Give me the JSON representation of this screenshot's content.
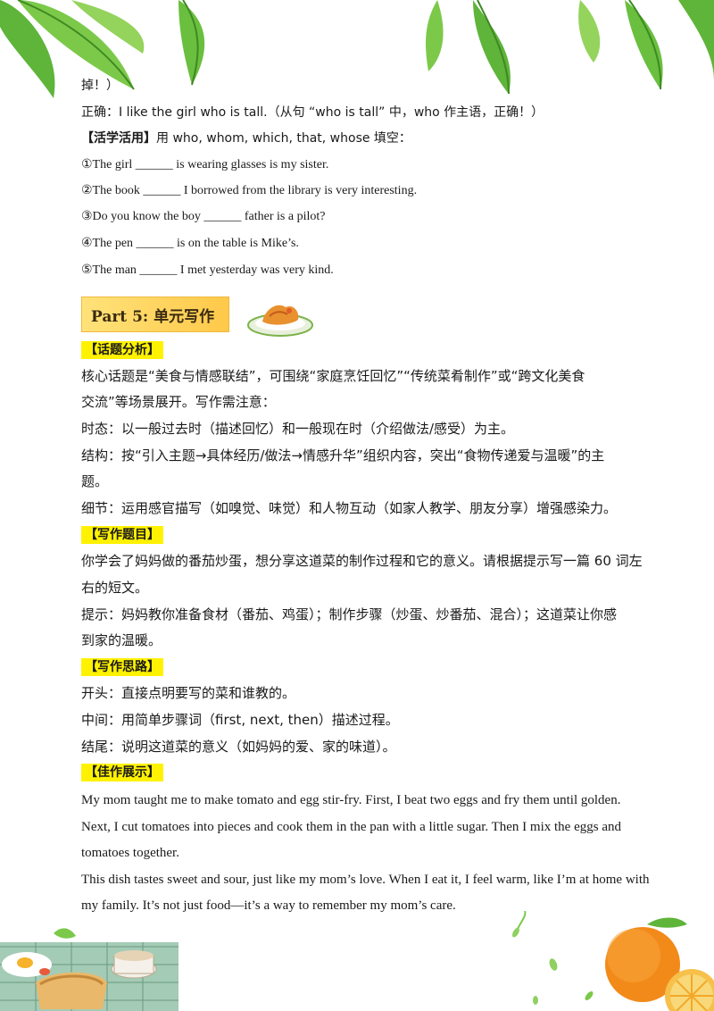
{
  "lines_top": [
    {
      "id": "l1",
      "text": "掉！）"
    },
    {
      "id": "l2",
      "text": "正确：I like the girl who is tall.（从句 “who is tall” 中，who 作主语，正确！）"
    }
  ],
  "practice": {
    "label": "【活学活用】",
    "intro": "用 who, whom, which, that, whose 填空：",
    "items": [
      "①The girl ______ is wearing glasses is my sister.",
      "②The book ______ I borrowed from the library is very interesting.",
      "③Do you know the boy ______ father is a pilot?",
      "④The pen ______ is on the table is Mike’s.",
      "⑤The man ______ I met yesterday was very kind."
    ]
  },
  "part5": {
    "title": "Part 5: 单元写作"
  },
  "topic": {
    "label": "【话题分析】",
    "lines": [
      "核心话题是“美食与情感联结”，可围绕“家庭烹饪回忆”“传统菜肴制作”或“跨文化美食",
      "交流”等场景展开。写作需注意：",
      "时态：以一般过去时（描述回忆）和一般现在时（介绍做法/感受）为主。",
      "结构：按“引入主题→具体经历/做法→情感升华”组织内容，突出“食物传递爱与温暖”的主",
      "题。",
      "细节：运用感官描写（如嗅觉、味觉）和人物互动（如家人教学、朋友分享）增强感染力。"
    ]
  },
  "prompt": {
    "label": "【写作题目】",
    "lines": [
      "你学会了妈妈做的番茄炒蛋，想分享这道菜的制作过程和它的意义。请根据提示写一篇 60 词左",
      "右的短文。",
      "提示：妈妈教你准备食材（番茄、鸡蛋）；制作步骤（炒蛋、炒番茄、混合）；这道菜让你感",
      "到家的温暖。"
    ]
  },
  "ideas": {
    "label": "【写作思路】",
    "lines": [
      "开头：直接点明要写的菜和谁教的。",
      "中间：用简单步骤词（first, next, then）描述过程。",
      "结尾：说明这道菜的意义（如妈妈的爱、家的味道）。"
    ]
  },
  "sample": {
    "label": "【佳作展示】",
    "lines": [
      "My mom taught me to make tomato and egg stir-fry. First, I beat two eggs and fry them until golden.",
      "Next, I cut tomatoes into pieces and cook them in the pan with a little sugar. Then I mix the eggs and",
      "tomatoes together.",
      "This dish tastes sweet and sour, just like my mom’s love. When I eat it, I feel warm, like I’m at home with",
      "my family. It’s not just food—it’s a way to remember my mom’s care."
    ]
  }
}
